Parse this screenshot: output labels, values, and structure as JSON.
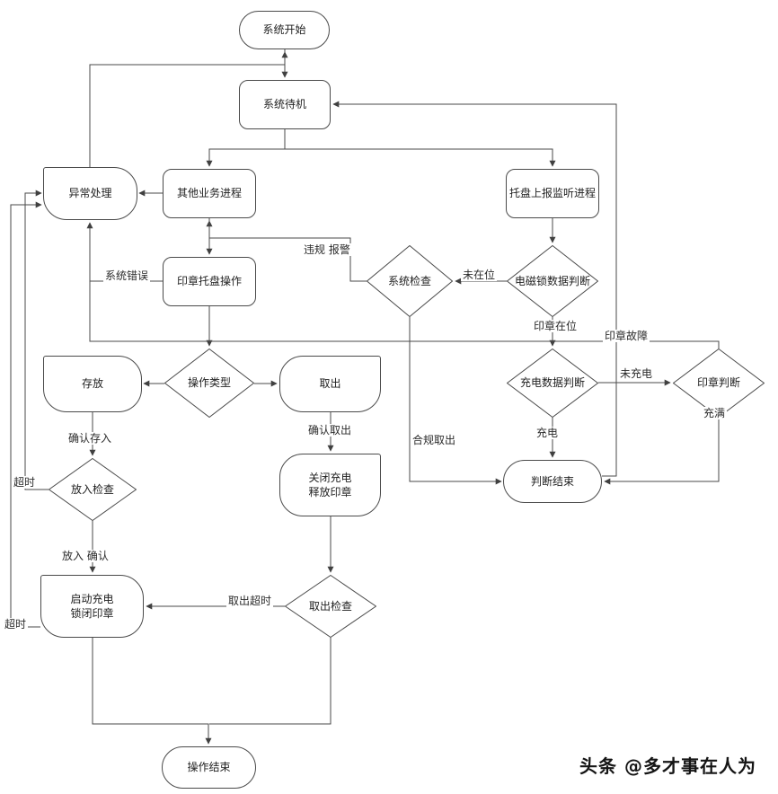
{
  "diagram": {
    "nodes": {
      "start": {
        "label": "系统开始"
      },
      "standby": {
        "label": "系统待机"
      },
      "exception": {
        "label": "异常处理"
      },
      "other_process": {
        "label": "其他业务进程"
      },
      "tray_monitor": {
        "label": "托盘上报监听进程"
      },
      "tray_op": {
        "label": "印章托盘操作"
      },
      "sys_check": {
        "label": "系统检查"
      },
      "lock_judge": {
        "label": "电磁锁数据判断"
      },
      "store": {
        "label": "存放"
      },
      "op_type": {
        "label": "操作类型"
      },
      "takeout": {
        "label": "取出"
      },
      "charge_judge": {
        "label": "充电数据判断"
      },
      "seal_judge": {
        "label": "印章判断"
      },
      "place_check": {
        "label": "放入检查"
      },
      "release_seal": {
        "label": "关闭充电\n释放印章"
      },
      "judge_end": {
        "label": "判断结束"
      },
      "lock_seal": {
        "label": "启动充电\n锁闭印章"
      },
      "out_check": {
        "label": "取出检查"
      },
      "op_end": {
        "label": "操作结束"
      }
    },
    "edge_labels": {
      "violation": "违规 报警",
      "sys_error": "系统错误",
      "not_in_place": "未在位",
      "seal_in_place": "印章在位",
      "seal_fault": "印章故障",
      "not_charged": "未充电",
      "full": "充满",
      "charging": "充电",
      "compliant_out": "合规取出",
      "confirm_store": "确认存入",
      "confirm_out": "确认取出",
      "timeout_place": "超时",
      "place_confirm": "放入 确认",
      "out_timeout": "取出超时",
      "timeout_lock": "超时"
    },
    "colors": {
      "line": "#4a4a4a",
      "node_border": "#4a4a4a",
      "node_fill": "#ffffff",
      "text": "#1f1f1f"
    }
  },
  "watermark": {
    "text": "头条 @多才事在人为"
  }
}
